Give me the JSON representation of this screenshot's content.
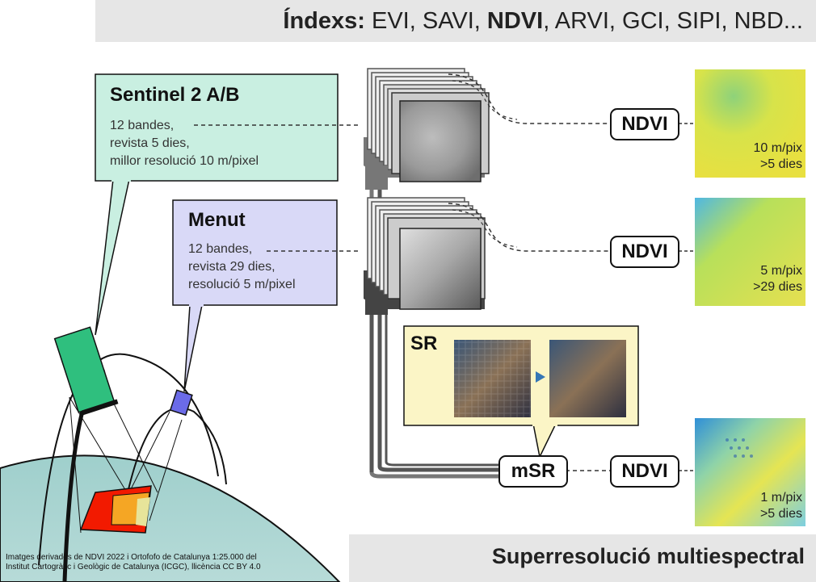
{
  "header": {
    "indices_label": "Índexs:",
    "indices_before": "EVI, SAVI,",
    "indices_bold": "NDVI",
    "indices_after": ", ARVI, GCI, SIPI, NBD..."
  },
  "sentinel": {
    "title": "Sentinel 2 A/B",
    "line1": "12 bandes,",
    "line2": "revista 5 dies,",
    "line3": "millor resolució 10 m/pixel"
  },
  "menut": {
    "title": "Menut",
    "line1": "12 bandes,",
    "line2": "revista 29 dies,",
    "line3": "resolució 5 m/pixel"
  },
  "outputs": [
    {
      "label": "NDVI",
      "res": "10 m/pix",
      "revisit": ">5 dies"
    },
    {
      "label": "NDVI",
      "res": "5 m/pix",
      "revisit": ">29 dies"
    },
    {
      "label": "NDVI",
      "res": "1 m/pix",
      "revisit": ">5 dies"
    }
  ],
  "sr": {
    "label": "SR"
  },
  "msr": {
    "label": "mSR"
  },
  "footer": {
    "title": "Superresolució multiespectral",
    "credit_line1": "Imatges derivades de NDVI 2022 i Ortofofo de Catalunya 1:25.000 del",
    "credit_line2": "Institut Cartogràfic i Geològic de Catalunya (ICGC), llicència CC BY 4.0"
  },
  "colors": {
    "sentinel_fill": "#c9efe1",
    "menut_fill": "#d9d9f7",
    "sr_fill": "#fbf5c6",
    "earth": "#a9d2d0",
    "satellite_green": "#2fbf7e",
    "satellite_blue": "#6b6be8"
  }
}
